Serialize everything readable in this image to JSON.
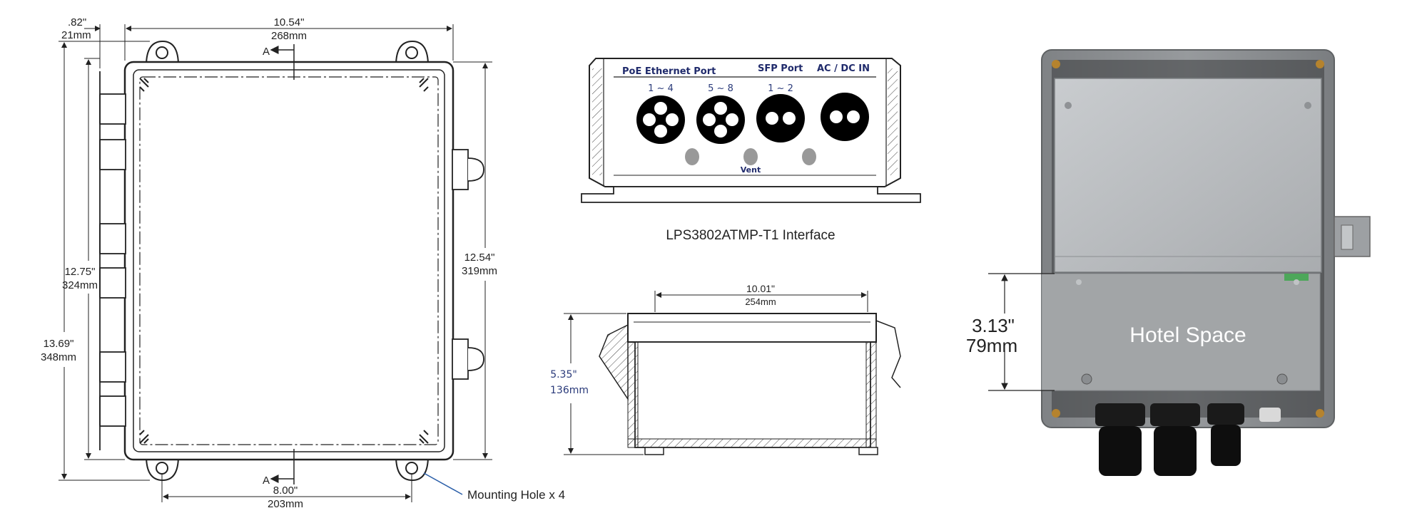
{
  "front_view": {
    "top_overhang": {
      "inch": ".82\"",
      "mm": "21mm"
    },
    "width": {
      "inch": "10.54\"",
      "mm": "268mm"
    },
    "section_label_top": "A",
    "section_label_bottom": "A",
    "overall_height": {
      "inch": "13.69\"",
      "mm": "348mm"
    },
    "body_height": {
      "inch": "12.75\"",
      "mm": "324mm"
    },
    "right_height": {
      "inch": "12.54\"",
      "mm": "319mm"
    },
    "mount_spacing": {
      "inch": "8.00\"",
      "mm": "203mm"
    },
    "mounting_hole_label": "Mounting Hole x 4"
  },
  "interface_view": {
    "caption": "LPS3802ATMP-T1 Interface",
    "poe_label": "PoE Ethernet Port",
    "sfp_label": "SFP Port",
    "power_label": "AC / DC IN",
    "poe_range_a": "1 ~ 4",
    "poe_range_b": "5 ~ 8",
    "sfp_range": "1 ~ 2",
    "vent_label": "Vent"
  },
  "side_view": {
    "width": {
      "inch": "10.01\"",
      "mm": "254mm"
    },
    "height": {
      "inch": "5.35\"",
      "mm": "136mm"
    }
  },
  "photo": {
    "hotel_label": "Hotel Space",
    "hotel_height": {
      "inch": "3.13\"",
      "mm": "79mm"
    }
  },
  "colors": {
    "navy": "#1f2a6b",
    "enclosure_grey": "#8a8d90",
    "lid_grey": "#b8bbbe",
    "hotel_grey": "#a2a5a7"
  }
}
